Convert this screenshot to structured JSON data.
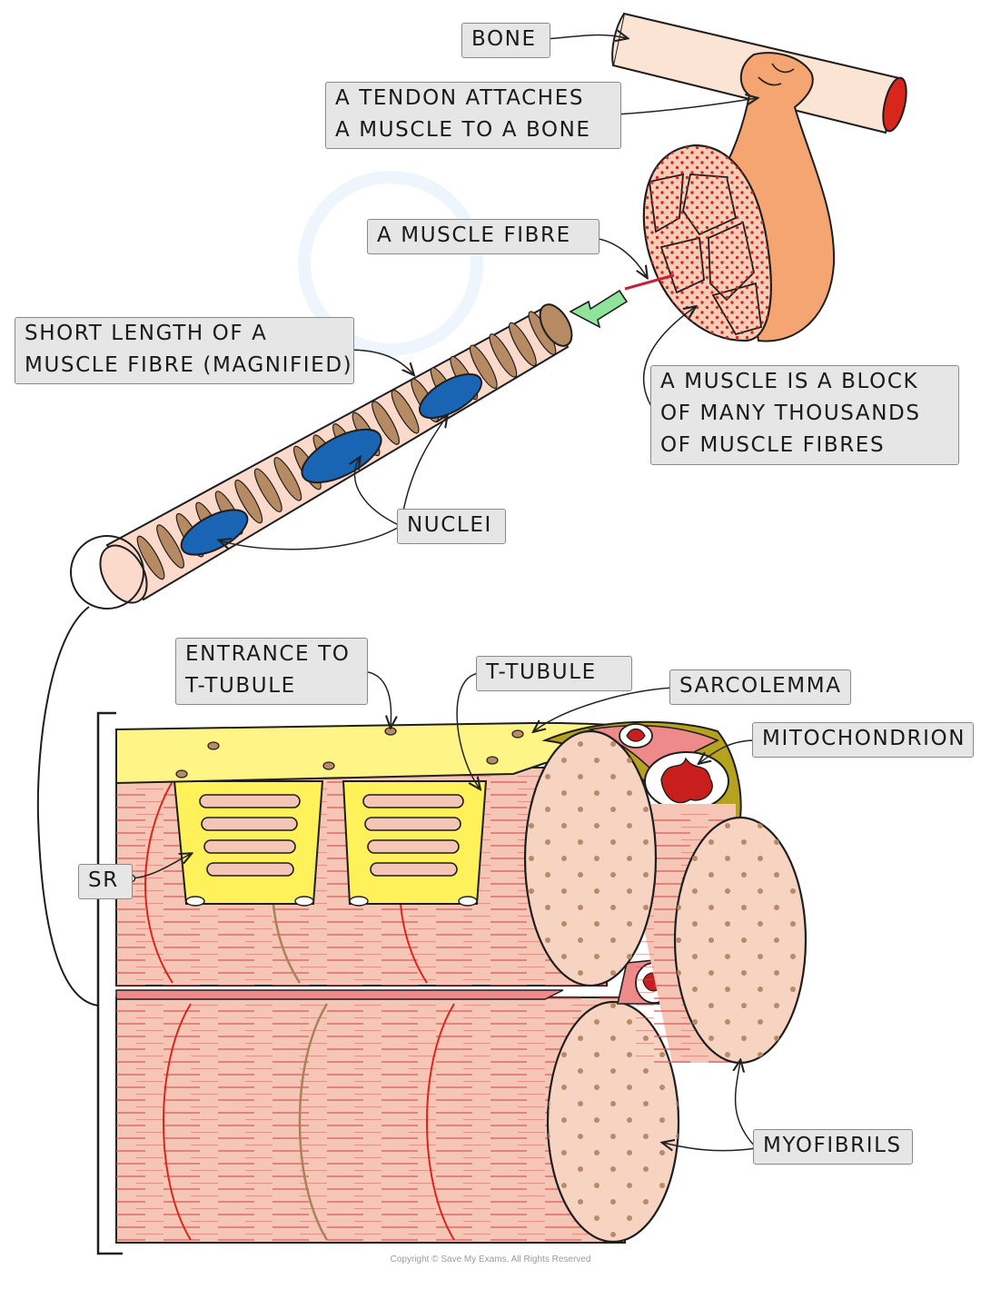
{
  "labels": {
    "bone": "BONE",
    "tendon_line1": "A TENDON ATTACHES",
    "tendon_line2": "A MUSCLE TO A BONE",
    "muscle_fibre": "A MUSCLE FIBRE",
    "short_length_line1": "SHORT LENGTH OF A",
    "short_length_line2": "MUSCLE FIBRE (MAGNIFIED)",
    "muscle_block_line1": "A MUSCLE IS A BLOCK",
    "muscle_block_line2": "OF MANY THOUSANDS",
    "muscle_block_line3": "OF MUSCLE FIBRES",
    "nuclei": "NUCLEI",
    "entrance_line1": "ENTRANCE TO",
    "entrance_line2": "T-TUBULE",
    "t_tubule": "T-TUBULE",
    "sarcolemma": "SARCOLEMMA",
    "mitochondrion": "MITOCHONDRION",
    "sr": "SR",
    "myofibrils": "MYOFIBRILS"
  },
  "copyright": "Copyright © Save My Exams. All Rights Reserved",
  "colors": {
    "bone": "#fbe4d3",
    "bone_marrow": "#d9261c",
    "muscle": "#f5a572",
    "muscle_section": "#f7cdb8",
    "fibre_dots": "#d9261c",
    "fibre_dark_band": "#b68a62",
    "fibre_light_band": "#fbdacb",
    "nucleus": "#1a64b4",
    "sarcolemma": "#fff587",
    "myofibril": "#f7d3c2",
    "myofibril_dots": "#b88b68",
    "mitochondrion": "#c81e1e",
    "mito_sheath": "#b5a21e",
    "arrow_green": "#8fe39a",
    "label_bg": "#e6e6e6"
  }
}
